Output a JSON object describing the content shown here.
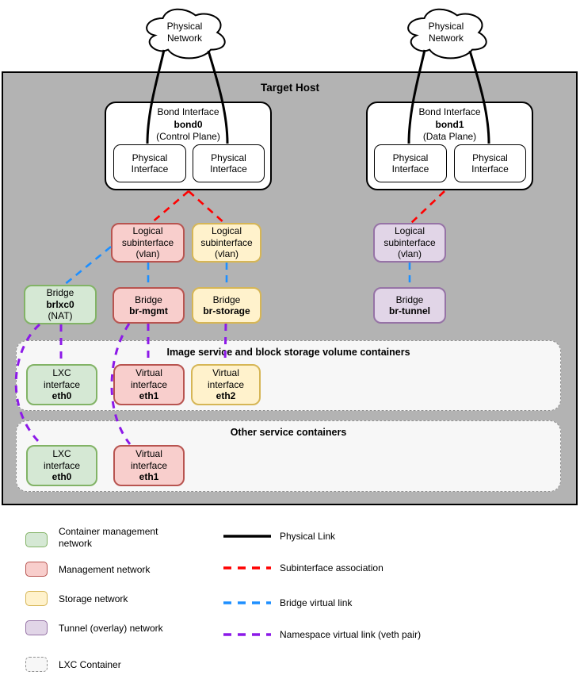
{
  "host": {
    "title": "Target Host"
  },
  "clouds": {
    "left": "Physical\nNetwork",
    "right": "Physical\nNetwork"
  },
  "bonds": {
    "bond0": {
      "title": "Bond Interface",
      "name": "bond0",
      "plane": "(Control Plane)",
      "phys1": "Physical\nInterface",
      "phys2": "Physical\nInterface"
    },
    "bond1": {
      "title": "Bond Interface",
      "name": "bond1",
      "plane": "(Data Plane)",
      "phys1": "Physical\nInterface",
      "phys2": "Physical\nInterface"
    }
  },
  "subinterfaces": {
    "mgmt": "Logical\nsubinterface\n(vlan)",
    "storage": "Logical\nsubinterface\n(vlan)",
    "tunnel": "Logical\nsubinterface\n(vlan)"
  },
  "bridges": {
    "brlxc0": {
      "title": "Bridge",
      "name": "brlxc0",
      "sub": "(NAT)"
    },
    "br_mgmt": {
      "title": "Bridge",
      "name": "br-mgmt",
      "sub": ""
    },
    "br_storage": {
      "title": "Bridge",
      "name": "br-storage",
      "sub": ""
    },
    "br_tunnel": {
      "title": "Bridge",
      "name": "br-tunnel",
      "sub": ""
    }
  },
  "containers": {
    "image_service": {
      "title": "Image service and block storage volume containers",
      "eth0": {
        "kind": "LXC\ninterface",
        "name": "eth0"
      },
      "eth1": {
        "kind": "Virtual\ninterface",
        "name": "eth1"
      },
      "eth2": {
        "kind": "Virtual\ninterface",
        "name": "eth2"
      }
    },
    "other": {
      "title": "Other service containers",
      "eth0": {
        "kind": "LXC\ninterface",
        "name": "eth0"
      },
      "eth1": {
        "kind": "Virtual\ninterface",
        "name": "eth1"
      }
    }
  },
  "colors": {
    "container_mgmt": {
      "fill": "#d5e8d4",
      "stroke": "#82b366"
    },
    "mgmt": {
      "fill": "#f8cecc",
      "stroke": "#b85450"
    },
    "storage": {
      "fill": "#fff2cc",
      "stroke": "#d6b656"
    },
    "tunnel": {
      "fill": "#e1d5e7",
      "stroke": "#9673a6"
    },
    "lxc_container": {
      "fill": "#f7f7f7",
      "stroke": "#8f8f8f"
    },
    "host_bg": "#b3b3b3"
  },
  "legend": {
    "swatches": [
      {
        "label": "Container management\nnetwork"
      },
      {
        "label": "Management network"
      },
      {
        "label": "Storage network"
      },
      {
        "label": "Tunnel (overlay) network"
      },
      {
        "label": "LXC Container"
      }
    ],
    "lines": [
      {
        "label": "Physical Link",
        "color": "#000000",
        "style": "solid"
      },
      {
        "label": "Subinterface association",
        "color": "#ff0000",
        "style": "dashed"
      },
      {
        "label": "Bridge virtual link",
        "color": "#1e8fff",
        "style": "dashed"
      },
      {
        "label": "Namespace virtual link (veth pair)",
        "color": "#8c19e8",
        "style": "dashed"
      }
    ]
  }
}
